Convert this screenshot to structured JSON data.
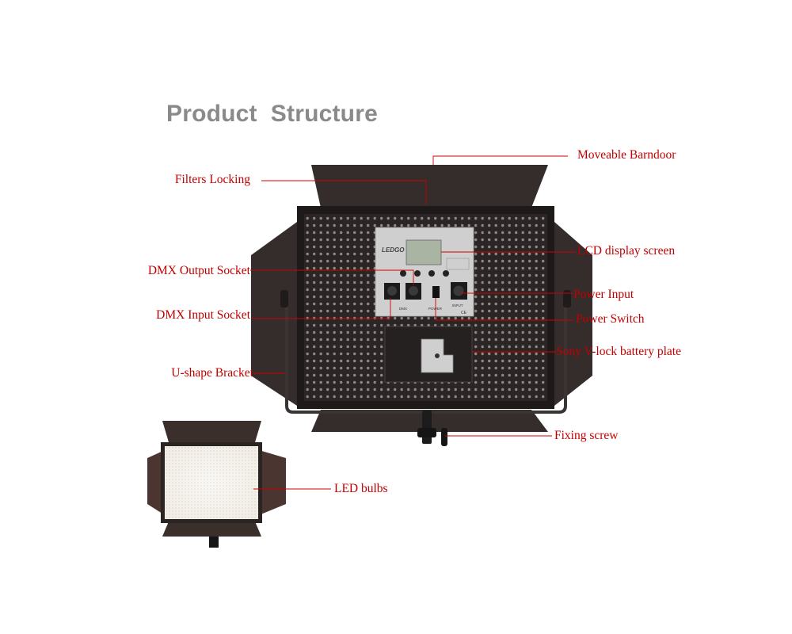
{
  "title": "Product  Structure",
  "colors": {
    "label": "#c00000",
    "leader": "#d00000",
    "title": "#8a8a8a",
    "panel": "#2b2625",
    "barndoor": "#342d2b",
    "control_plate": "#cfcfcf",
    "led_glow": "#f4f1ec"
  },
  "panel": {
    "brand": "LEDGO",
    "dmx_text": "DMX",
    "power_text": "POWER",
    "input_text": "INPUT",
    "ce_mark": "CE"
  },
  "labels": {
    "moveable_barndoor": "Moveable Barndoor",
    "filters_locking": "Filters Locking",
    "lcd_display_screen": "LCD display screen",
    "dmx_output_socket": "DMX Output Socket",
    "power_input": "Power Input",
    "dmx_input_socket": "DMX Input Socket",
    "power_switch": "Power Switch",
    "sony_vlock_battery_plate": "Sony V-lock battery plate",
    "u_shape_bracket": "U-shape Bracket",
    "fixing_screw": "Fixing screw",
    "led_bulbs": "LED bulbs"
  }
}
